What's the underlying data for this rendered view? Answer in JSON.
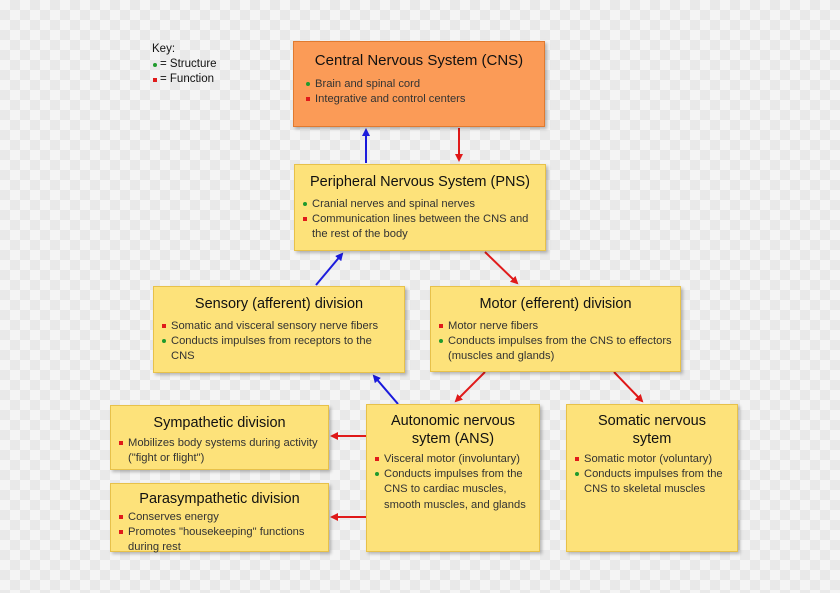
{
  "key": {
    "heading": "Key:",
    "structure_label": "= Structure",
    "function_label": "= Function"
  },
  "boxes": {
    "cns": {
      "title": "Central Nervous System (CNS)",
      "items": [
        {
          "type": "structure",
          "text": "Brain and spinal cord"
        },
        {
          "type": "function",
          "text": "Integrative and control centers"
        }
      ]
    },
    "pns": {
      "title": "Peripheral Nervous System (PNS)",
      "items": [
        {
          "type": "structure",
          "text": "Cranial nerves and spinal nerves"
        },
        {
          "type": "function",
          "text": "Communication lines between the CNS and the rest of the body"
        }
      ]
    },
    "sensory": {
      "title": "Sensory (afferent) division",
      "items": [
        {
          "type": "function",
          "text": "Somatic and visceral sensory nerve fibers"
        },
        {
          "type": "structure",
          "text": "Conducts impulses from receptors to the CNS"
        }
      ]
    },
    "motor": {
      "title": "Motor (efferent) division",
      "items": [
        {
          "type": "function",
          "text": "Motor nerve fibers"
        },
        {
          "type": "structure",
          "text": "Conducts impulses from the CNS to effectors (muscles and glands)"
        }
      ]
    },
    "sympathetic": {
      "title": "Sympathetic division",
      "items": [
        {
          "type": "function",
          "text": "Mobilizes body systems during activity (\"fight or flight\")"
        }
      ]
    },
    "parasympathetic": {
      "title": "Parasympathetic division",
      "items": [
        {
          "type": "function",
          "text": "Conserves energy"
        },
        {
          "type": "function",
          "text": "Promotes \"housekeeping\" functions during rest"
        }
      ]
    },
    "ans": {
      "title": "Autonomic nervous sytem (ANS)",
      "items": [
        {
          "type": "function",
          "text": "Visceral motor (involuntary)"
        },
        {
          "type": "structure",
          "text": "Conducts impulses from the CNS to cardiac muscles, smooth muscles, and glands"
        }
      ]
    },
    "somatic": {
      "title": "Somatic nervous sytem",
      "items": [
        {
          "type": "function",
          "text": "Somatic motor (voluntary)"
        },
        {
          "type": "structure",
          "text": "Conducts impulses from the CNS to skeletal muscles"
        }
      ]
    }
  },
  "colors": {
    "box_fill": "#fde27a",
    "cns_fill": "#fb9b57",
    "structure_bullet": "#1f9a2c",
    "function_bullet": "#e01a1a",
    "afferent_arrow": "#1a1adc",
    "efferent_arrow": "#e01a1a"
  }
}
